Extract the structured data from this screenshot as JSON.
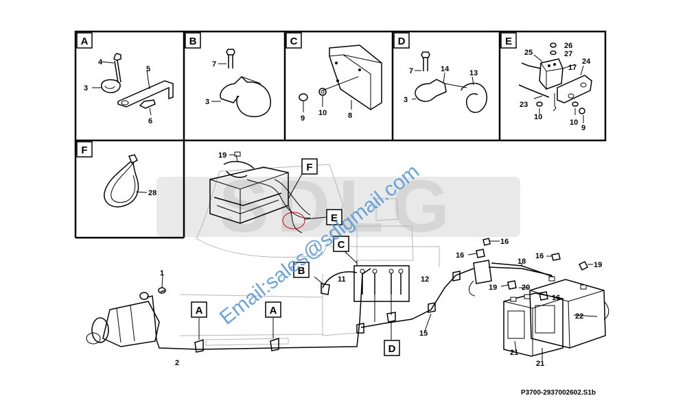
{
  "watermark": {
    "brand": "SDLG",
    "email": "Email:sales@sdlgmail.com",
    "brand_color": "#d8d8d8",
    "email_color": "#5b9bd5"
  },
  "panels": {
    "A": {
      "letter": "A",
      "callouts": [
        "4",
        "5",
        "3",
        "6"
      ]
    },
    "B": {
      "letter": "B",
      "callouts": [
        "7",
        "3"
      ]
    },
    "C": {
      "letter": "C",
      "callouts": [
        "9",
        "10",
        "8"
      ]
    },
    "D": {
      "letter": "D",
      "callouts": [
        "7",
        "14",
        "13",
        "3"
      ]
    },
    "E": {
      "letter": "E",
      "callouts": [
        "26",
        "27",
        "25",
        "17",
        "24",
        "23",
        "10",
        "10",
        "9"
      ]
    },
    "F": {
      "letter": "F",
      "callouts": [
        "28"
      ]
    }
  },
  "main": {
    "letters": {
      "F": "F",
      "E": "E",
      "C": "C",
      "B": "B",
      "A1": "A",
      "A2": "A",
      "D": "D"
    },
    "callouts": {
      "c19a": "19",
      "c1": "1",
      "c16a": "16",
      "c16b": "16",
      "c18": "18",
      "c16c": "16",
      "c19b": "19",
      "c11": "11",
      "c12": "12",
      "c19c": "19",
      "c20": "20",
      "c16d": "16",
      "c22": "22",
      "c15": "15",
      "c2": "2",
      "c21a": "21",
      "c21b": "21"
    }
  },
  "footer": {
    "part_number": "P3700-2937002602.S1b"
  }
}
